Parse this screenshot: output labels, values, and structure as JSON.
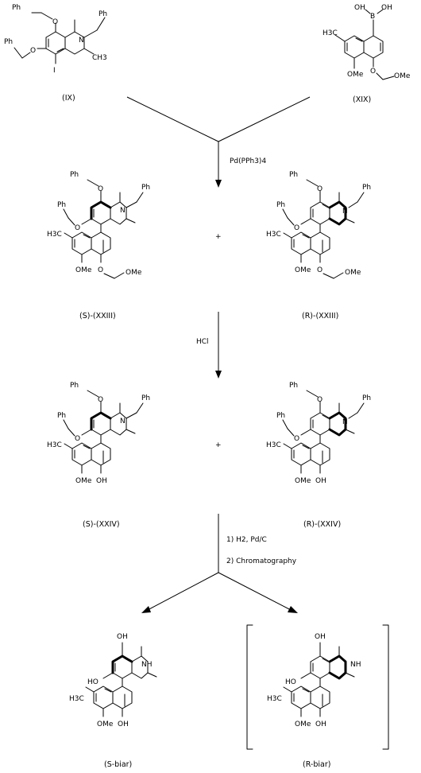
{
  "labels": {
    "sm1": "(IX)",
    "sm2": "(XIX)",
    "s_xxiii": "(S)-(XXIII)",
    "r_xxiii": "(R)-(XXIII)",
    "s_xxiv": "(S)-(XXIV)",
    "r_xxiv": "(R)-(XXIV)",
    "s_biar": "(S-biar)",
    "r_biar": "(R-biar)"
  },
  "conditions": {
    "step1": "Pd(PPh3)4",
    "step2": "HCl",
    "step3a": "1) H2, Pd/C",
    "step3b": "2) Chromatography"
  },
  "atoms": {
    "ph": "Ph",
    "o": "O",
    "n": "N",
    "nh": "NH",
    "i": "I",
    "b": "B",
    "oh": "OH",
    "ho": "HO",
    "ome": "OMe",
    "ch3": "CH3",
    "h3c": "H3C",
    "plus": "+"
  }
}
